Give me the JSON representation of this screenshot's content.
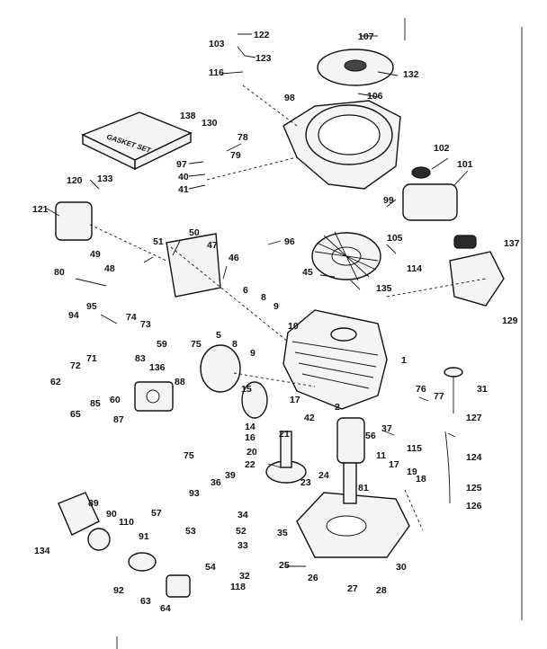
{
  "diagram": {
    "gasket_label": "GASKET SET",
    "callouts": [
      "122",
      "103",
      "123",
      "116",
      "107",
      "132",
      "106",
      "98",
      "138",
      "130",
      "78",
      "79",
      "97",
      "40",
      "41",
      "120",
      "133",
      "121",
      "102",
      "101",
      "99",
      "96",
      "105",
      "114",
      "137",
      "51",
      "50",
      "47",
      "49",
      "48",
      "46",
      "45",
      "135",
      "80",
      "95",
      "94",
      "74",
      "73",
      "6",
      "8",
      "9",
      "10",
      "5",
      "8",
      "9",
      "75",
      "59",
      "72",
      "71",
      "83",
      "62",
      "136",
      "88",
      "85",
      "60",
      "65",
      "87",
      "15",
      "16",
      "14",
      "17",
      "42",
      "76",
      "77",
      "37",
      "56",
      "115",
      "31",
      "127",
      "124",
      "21",
      "20",
      "22",
      "11",
      "23",
      "17",
      "19",
      "18",
      "24",
      "81",
      "125",
      "126",
      "75",
      "39",
      "36",
      "93",
      "57",
      "53",
      "52",
      "34",
      "35",
      "33",
      "54",
      "25",
      "26",
      "27",
      "28",
      "30",
      "32",
      "118",
      "89",
      "90",
      "110",
      "91",
      "134",
      "92",
      "63",
      "64",
      "129",
      "1",
      "2"
    ]
  }
}
